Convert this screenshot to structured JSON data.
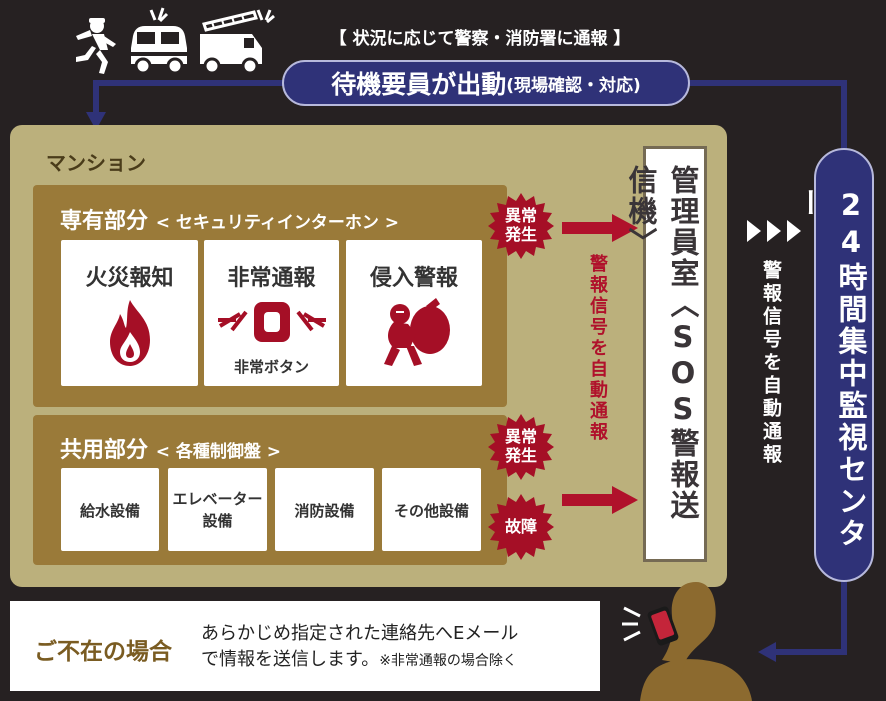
{
  "header": {
    "notice": "【 状況に応じて警察・消防署に通報 】",
    "dispatch_main": "待機要員が出動",
    "dispatch_sub": "(現場確認・対応)"
  },
  "mansion": {
    "title": "マンション",
    "private_section": {
      "title": "専有部分",
      "subtitle": "< セキュリティインターホン >",
      "items": [
        {
          "label": "火災報知",
          "icon": "fire-icon"
        },
        {
          "label": "非常通報",
          "icon": "emergency-button-icon",
          "caption": "非常ボタン"
        },
        {
          "label": "侵入警報",
          "icon": "burglar-icon"
        }
      ]
    },
    "common_section": {
      "title": "共用部分",
      "subtitle": "< 各種制御盤 >",
      "items": [
        {
          "label": "給水設備"
        },
        {
          "label_line1": "エレベーター",
          "label_line2": "設備"
        },
        {
          "label": "消防設備"
        },
        {
          "label": "その他設備"
        }
      ]
    },
    "badges": {
      "abnormal_1": {
        "line1": "異常",
        "line2": "発生"
      },
      "abnormal_2": {
        "line1": "異常",
        "line2": "発生"
      },
      "failure": "故障"
    },
    "arrow_label": "警報信号を自動通報"
  },
  "management_room": {
    "label": "管理員室︿SOS警報送信機﹀"
  },
  "right_arrow_label": "警報信号を自動通報",
  "monitoring_center": {
    "label": "24時間集中監視センター"
  },
  "absence": {
    "title": "ご不在の場合",
    "line1": "あらかじめ指定された連絡先へEメール",
    "line2": "で情報を送信します。",
    "note": "※非常通報の場合除く"
  },
  "colors": {
    "background": "#262122",
    "navy": "#2f3278",
    "mansion_bg": "#bbb07c",
    "section_bg": "#9a7a39",
    "alert_red": "#a50f26",
    "arrow_red": "#b0112b"
  }
}
